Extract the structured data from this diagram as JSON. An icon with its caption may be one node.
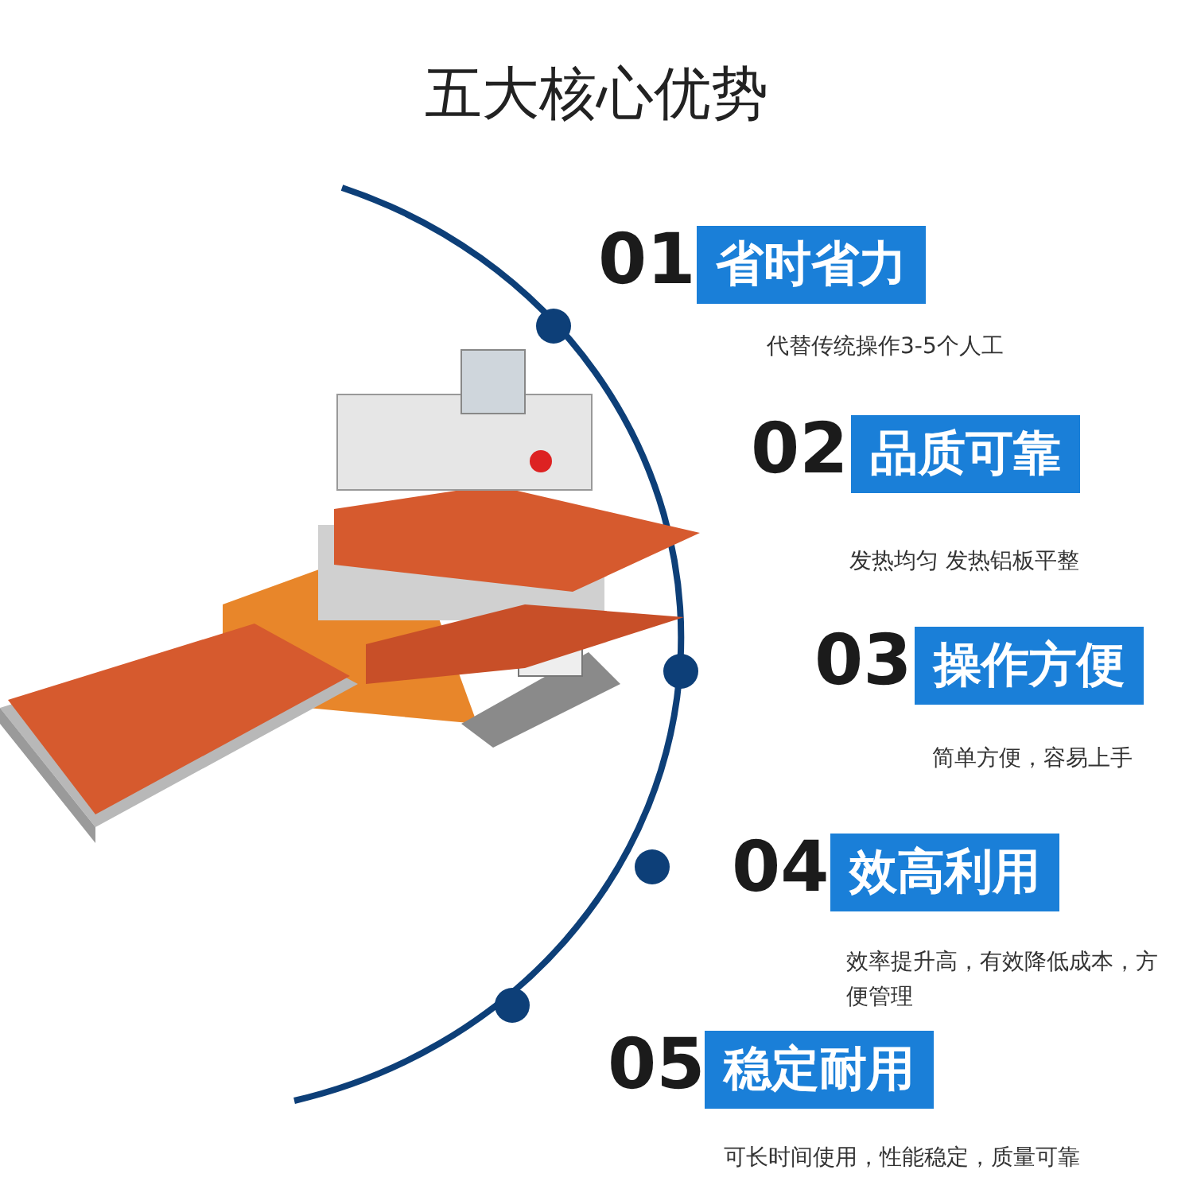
{
  "diagram": {
    "title": "五大核心优势",
    "nodes": [
      {
        "text": [
          "省时省力"
        ],
        "beside": [
          "01",
          "代替传统操作3-5个人工"
        ]
      },
      {
        "text": [
          "品质可靠"
        ],
        "beside": [
          "02",
          "发热均匀 发热铝板平整"
        ]
      },
      {
        "text": [
          "操作方便"
        ],
        "beside": [
          "03",
          "简单方便，容易上手"
        ]
      },
      {
        "text": [
          "效高利用"
        ],
        "beside": [
          "04",
          "效率提升高，有效降低成本，方便管理"
        ]
      },
      {
        "text": [
          "稳定耐用"
        ],
        "beside": [
          "05",
          "可长时间使用，性能稳定，质量可靠"
        ]
      }
    ]
  }
}
